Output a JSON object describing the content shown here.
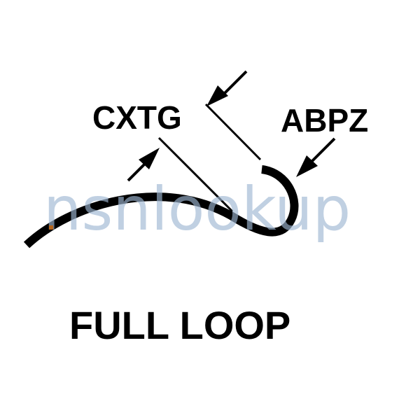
{
  "diagram": {
    "labels": {
      "cxtg": "CXTG",
      "abpz": "ABPZ"
    },
    "title": "FULL LOOP",
    "watermark": "nsnlookup"
  },
  "colors": {
    "ink": "#000000",
    "watermark": "#9fb7d3"
  }
}
